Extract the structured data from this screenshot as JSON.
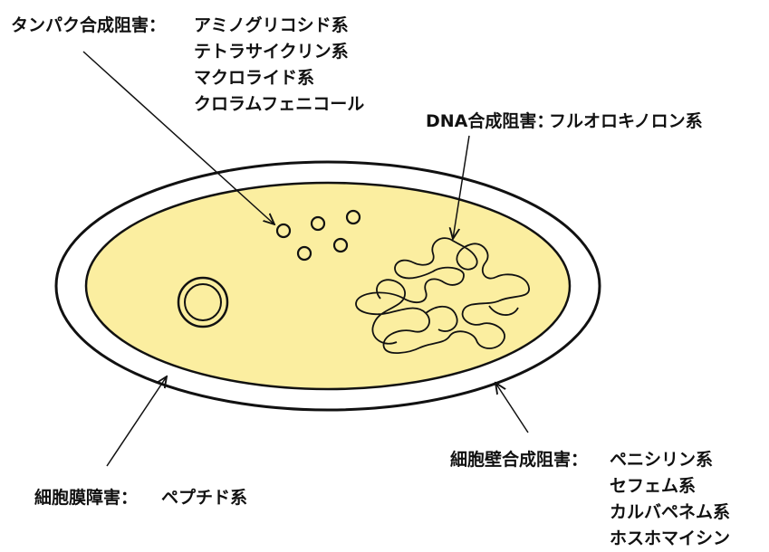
{
  "diagram": {
    "colors": {
      "cell_outer_fill": "#ffffff",
      "cytoplasm_fill": "#fbeea0",
      "stroke": "#111111"
    },
    "labels": {
      "protein_synthesis": {
        "heading": "タンパク合成阻害：",
        "drugs": [
          "アミノグリコシド系",
          "テトラサイクリン系",
          "マクロライド系",
          "クロラムフェニコール"
        ]
      },
      "dna_synthesis": {
        "heading": "DNA合成阻害：",
        "drugs": [
          "フルオロキノロン系"
        ]
      },
      "cell_wall_synthesis": {
        "heading": "細胞壁合成阻害：",
        "drugs": [
          "ペニシリン系",
          "セフェム系",
          "カルバペネム系",
          "ホスホマイシン"
        ]
      },
      "cell_membrane": {
        "heading": "細胞膜障害：",
        "drugs": [
          "ペプチド系"
        ]
      }
    },
    "icons": {
      "ribosome": "small-circle",
      "plasmid": "double-ring",
      "dna": "tangled-loop"
    }
  }
}
